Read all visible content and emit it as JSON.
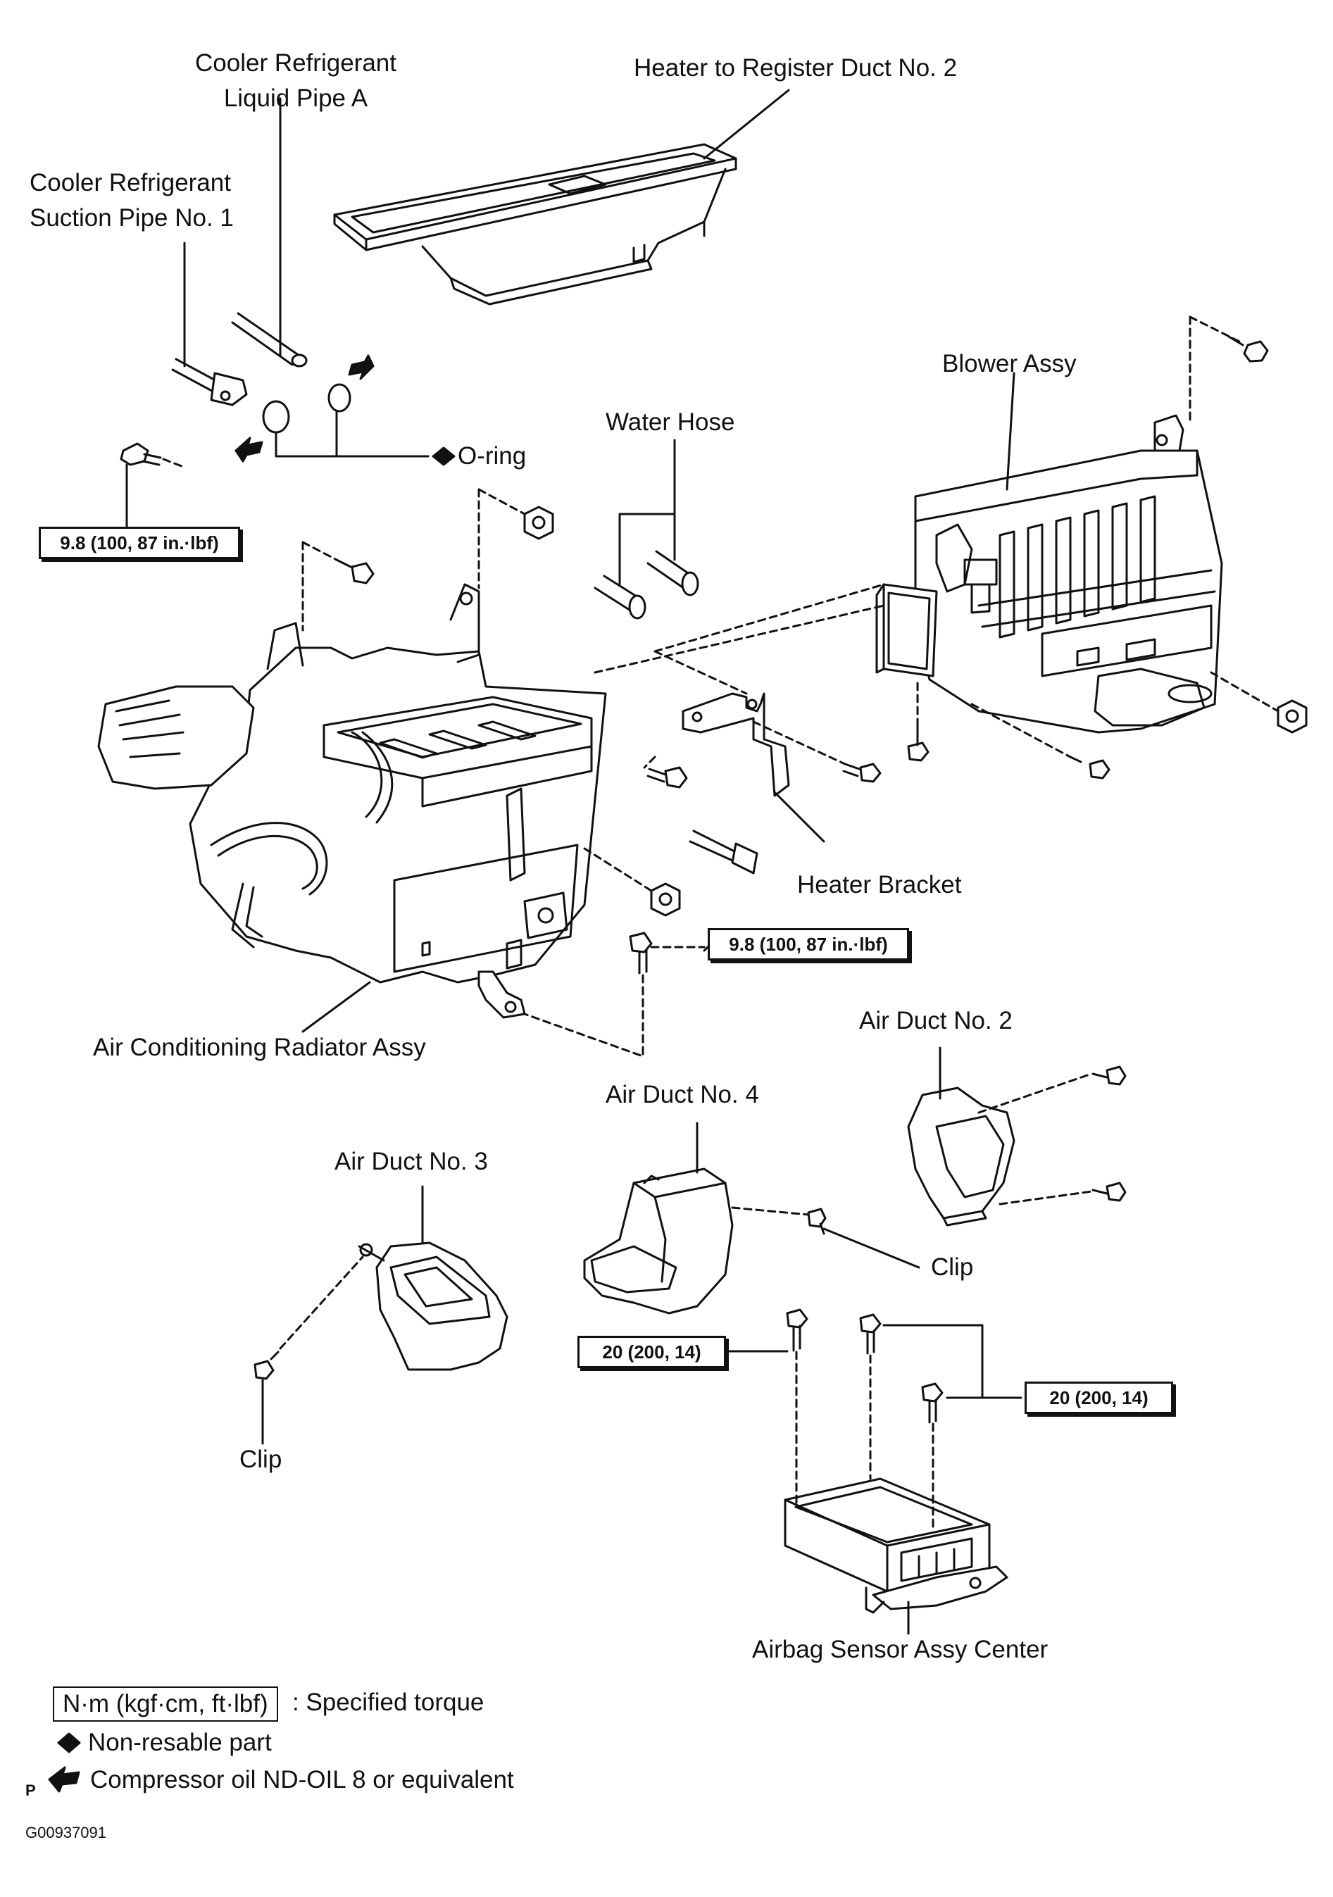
{
  "labels": {
    "heater_register_duct": "Heater to Register Duct No. 2",
    "liquid_pipe": [
      "Cooler Refrigerant",
      "Liquid Pipe A"
    ],
    "suction_pipe": [
      "Cooler Refrigerant",
      "Suction Pipe No. 1"
    ],
    "o_ring": "O-ring",
    "water_hose": "Water Hose",
    "blower_assy": "Blower Assy",
    "heater_bracket": "Heater Bracket",
    "ac_radiator": "Air Conditioning Radiator Assy",
    "air_duct_2": "Air Duct No. 2",
    "air_duct_4": "Air Duct No. 4",
    "air_duct_3": "Air Duct No. 3",
    "clip_right": "Clip",
    "clip_left": "Clip",
    "airbag_sensor": "Airbag Sensor Assy Center"
  },
  "torque": {
    "suction_bolt": "9.8 (100, 87 in.·lbf)",
    "radiator_bolt": "9.8 (100, 87 in.·lbf)",
    "sensor_left": "20 (200, 14)",
    "sensor_right": "20 (200, 14)"
  },
  "legend": {
    "torque_unit": "N·m (kgf·cm, ft·lbf)",
    "torque_desc": ": Specified torque",
    "non_reusable_symbol": "◆",
    "non_reusable": "Non-resable part",
    "oil_desc": "Compressor oil ND-OIL 8 or equivalent"
  },
  "footer": {
    "p_mark": "P",
    "figure_code": "G00937091"
  }
}
